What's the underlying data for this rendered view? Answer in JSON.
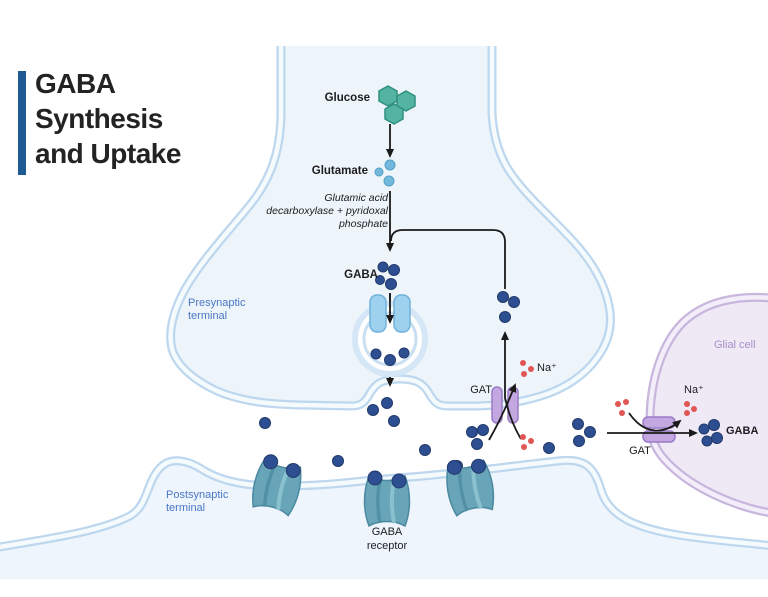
{
  "title": {
    "text": "GABA\nSynthesis\nand Uptake"
  },
  "regions": {
    "presynaptic_label": "Presynaptic\nterminal",
    "postsynaptic_label": "Postsynaptic\nterminal",
    "glial_label": "Glial cell"
  },
  "pathway": {
    "glucose_label": "Glucose",
    "glutamate_label": "Glutamate",
    "enzyme_label": "Glutamic acid\ndecarboxylase + pyridoxal\nphosphate",
    "gaba_label": "GABA"
  },
  "uptake": {
    "gat_presynaptic_label": "GAT",
    "na_presynaptic_label": "Na⁺",
    "gat_glial_label": "GAT",
    "na_glial_label": "Na⁺",
    "gaba_glial_label": "GABA"
  },
  "receptor": {
    "label": "GABA\nreceptor"
  },
  "colors": {
    "title_bar": "#1e5b94",
    "membrane_blue": "#bdd7ee",
    "terminal_fill": "#edf4fa",
    "glial_membrane": "#c8b6dd",
    "glial_fill": "#efe9f6",
    "gaba_dot": "#2d4f91",
    "glutamate_dot": "#72b8dc",
    "glucose_hex": "#53b4a1",
    "sodium_dot": "#e25555",
    "transporter_purple": "#c2a7e0",
    "receptor_teal": "#69a5b9",
    "vesicle_channel": "#9ed1ee",
    "region_label_blue": "#4a77c5",
    "glial_label_purple": "#a68fc7"
  }
}
